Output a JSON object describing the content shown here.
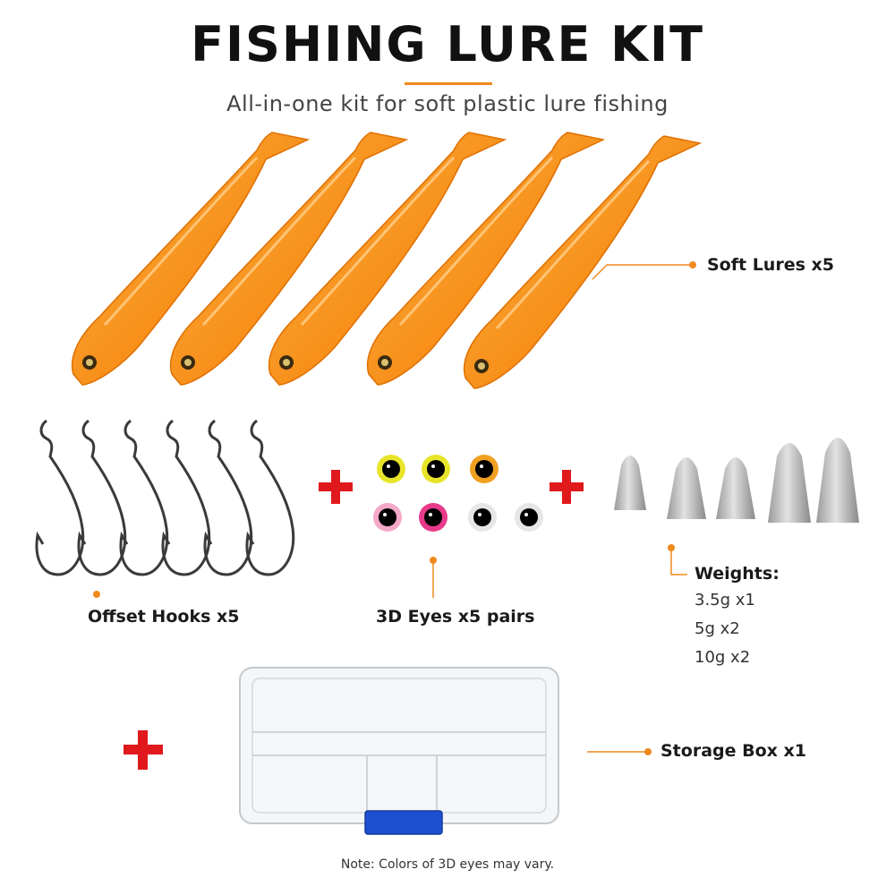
{
  "header": {
    "title": "FISHING LURE KIT",
    "subtitle": "All-in-one kit for soft plastic lure fishing"
  },
  "items": {
    "soft_lures": "Soft Lures x5",
    "offset_hooks": "Offset Hooks x5",
    "eyes": "3D Eyes x5 pairs",
    "weights_title": "Weights:",
    "weights": [
      "3.5g x1",
      "5g x2",
      "10g x2"
    ],
    "storage_box": "Storage Box x1"
  },
  "note": "Note: Colors of 3D eyes may vary.",
  "colors": {
    "accent": "#f08a1e",
    "plus": "#e0191c",
    "lure": "#f7931e",
    "box_clip": "#1e4fd0"
  },
  "icons": [
    "soft-lure-icon",
    "offset-hook-icon",
    "3d-eye-icon",
    "bullet-weight-icon",
    "storage-box-icon",
    "plus-icon"
  ]
}
